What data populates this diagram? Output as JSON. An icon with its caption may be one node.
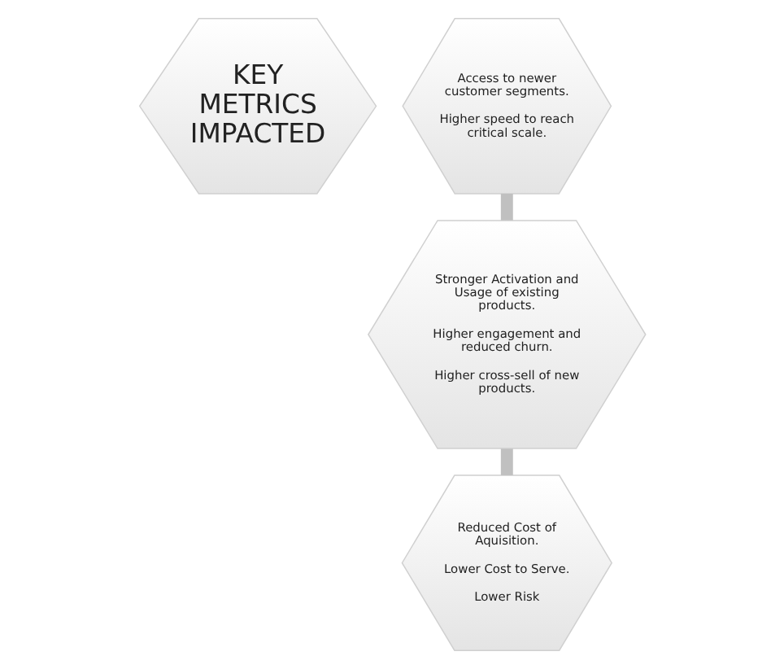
{
  "diagram": {
    "nodes": [
      {
        "text": [
          "KEY METRICS IMPACTED"
        ]
      },
      {
        "text": [
          "Access to newer customer segments.",
          "Higher speed to reach critical scale."
        ]
      },
      {
        "text": [
          "Stronger Activation and Usage of existing products.",
          "Higher engagement and reduced churn.",
          "Higher cross-sell of new products."
        ]
      },
      {
        "text": [
          "Reduced Cost of Aquisition.",
          "Lower Cost to Serve.",
          "Lower Risk"
        ]
      }
    ],
    "edges": [
      {
        "from": 1,
        "to": 2,
        "arrow": "none"
      },
      {
        "from": 2,
        "to": 3,
        "arrow": "none"
      }
    ]
  }
}
